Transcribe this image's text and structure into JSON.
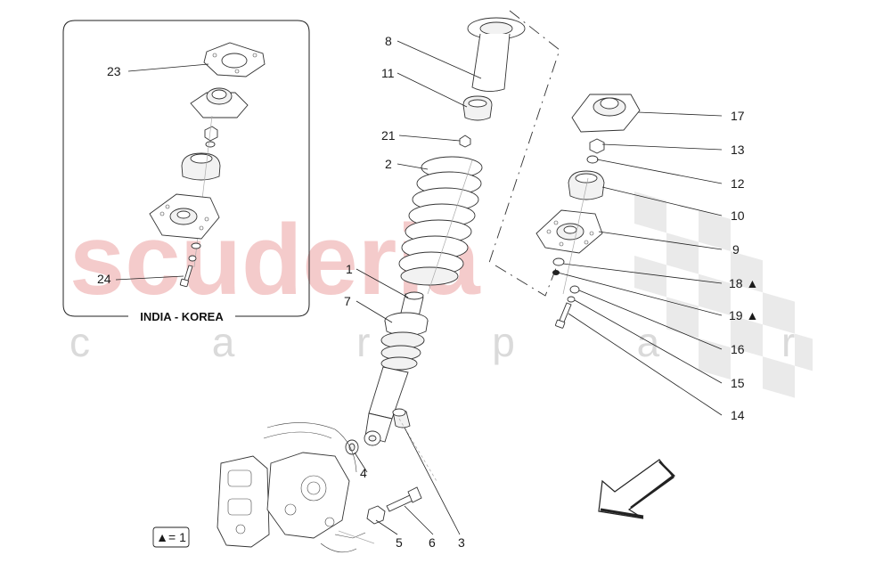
{
  "watermark": {
    "brand": "scuderia",
    "tagline": "c a r p a r t s"
  },
  "inset": {
    "title": "INDIA - KOREA"
  },
  "legend": {
    "text": "▲= 1"
  },
  "callouts": {
    "c1": "1",
    "c2": "2",
    "c3": "3",
    "c4": "4",
    "c5": "5",
    "c6": "6",
    "c7": "7",
    "c8": "8",
    "c9": "9",
    "c10": "10",
    "c11": "11",
    "c12": "12",
    "c13": "13",
    "c14": "14",
    "c15": "15",
    "c16": "16",
    "c17": "17",
    "c18": "18 ▲",
    "c19": "19 ▲",
    "c21": "21",
    "c23": "23",
    "c24": "24"
  },
  "colors": {
    "watermark_red": "#f3c3c3",
    "watermark_gray": "#dadada",
    "line": "#222222"
  },
  "icons": {
    "direction_arrow": "arrow-down-left-icon",
    "checker_flag": "checkered-flag-icon"
  }
}
